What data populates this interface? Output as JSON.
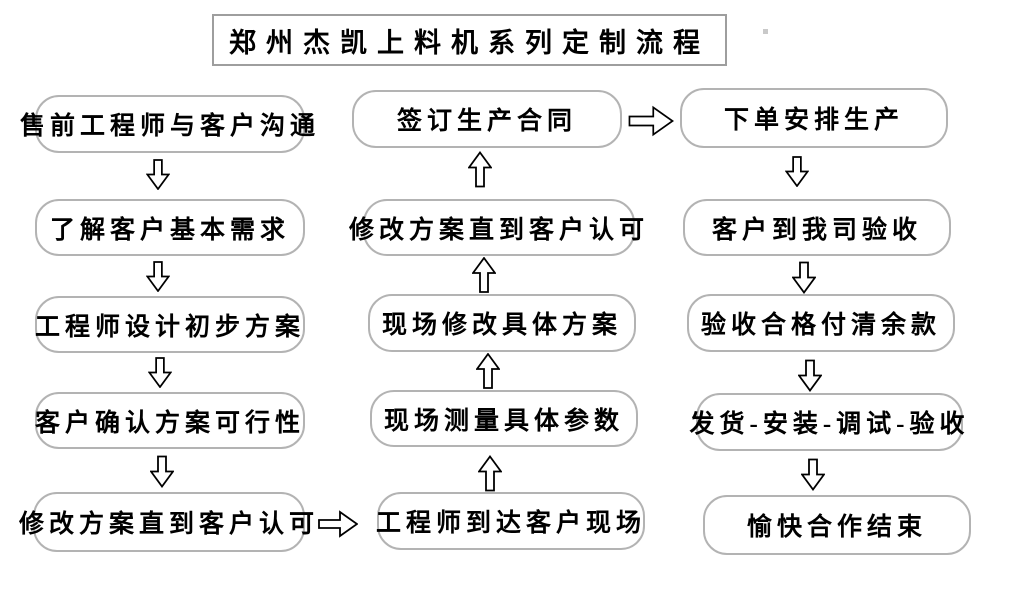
{
  "title": "郑州杰凯上料机系列定制流程",
  "columns": {
    "left": [
      "售前工程师与客户沟通",
      "了解客户基本需求",
      "工程师设计初步方案",
      "客户确认方案可行性",
      "修改方案直到客户认可"
    ],
    "middle": [
      "签订生产合同",
      "修改方案直到客户认可",
      "现场修改具体方案",
      "现场测量具体参数",
      "工程师到达客户现场"
    ],
    "right": [
      "下单安排生产",
      "客户到我司验收",
      "验收合格付清余款",
      "发货-安装-调试-验收",
      "愉快合作结束"
    ]
  },
  "colors": {
    "node_border": "#b3b3b3",
    "title_border": "#9e9e9e",
    "text": "#000000",
    "arrow_outline": "#000000",
    "arrow_fill": "#ffffff"
  }
}
